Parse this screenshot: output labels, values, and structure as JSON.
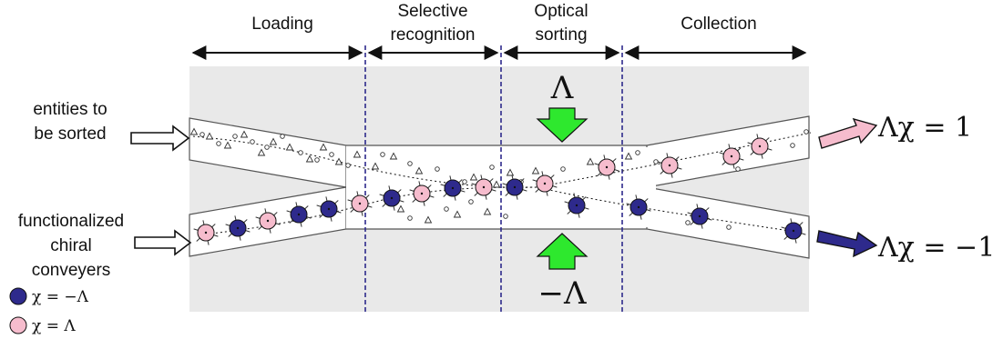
{
  "stages": [
    {
      "label": "Loading"
    },
    {
      "label": "Selective",
      "label2": "recognition"
    },
    {
      "label": "Optical",
      "label2": "sorting"
    },
    {
      "label": "Collection"
    }
  ],
  "left_labels": {
    "entities": [
      "entities to",
      "be sorted"
    ],
    "conveyers": [
      "functionalized",
      "chiral",
      "conveyers"
    ]
  },
  "legend": [
    {
      "text": "χ = −Λ",
      "color": "#2e2a8c"
    },
    {
      "text": "χ = Λ",
      "color": "#f6bccd"
    }
  ],
  "field_labels": {
    "top": "Λ",
    "bottom": "−Λ"
  },
  "outputs": [
    {
      "text": "Λχ = 1",
      "color": "#f6bccd"
    },
    {
      "text": "Λχ = −1",
      "color": "#2e2a8c"
    }
  ],
  "colors": {
    "background_panel": "#e9e9e9",
    "channel": "#ffffff",
    "divider": "#2e2a8c",
    "field_arrow": "#2ee82e",
    "conveyer_minus": "#2e2a8c",
    "conveyer_plus": "#f6bccd"
  }
}
